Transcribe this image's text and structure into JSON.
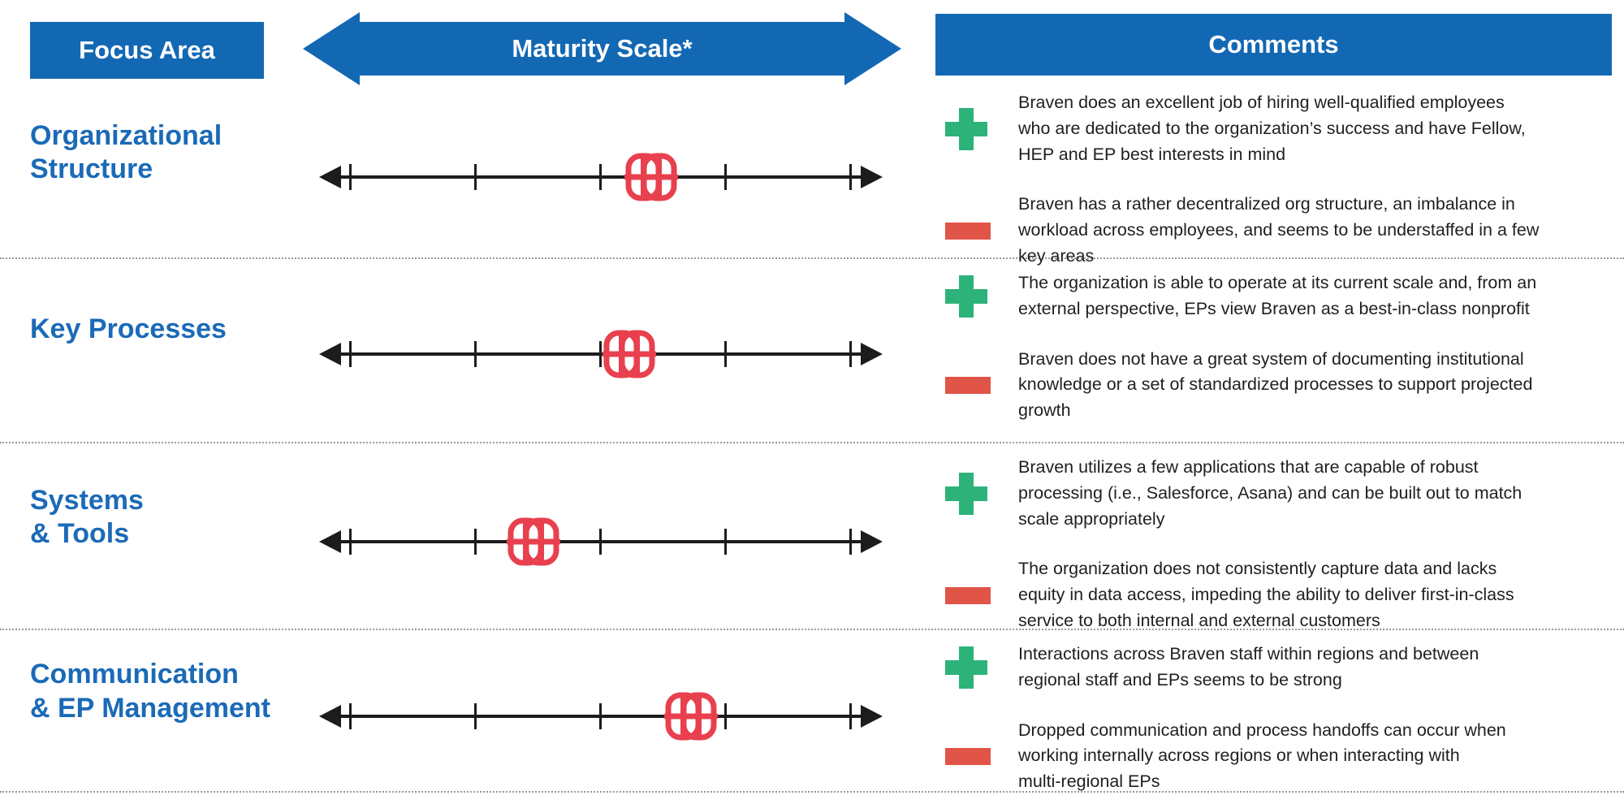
{
  "header": {
    "focus_area": "Focus Area",
    "maturity_scale": "Maturity Scale*",
    "comments": "Comments"
  },
  "colors": {
    "blue": "#1368b4",
    "label_blue": "#1b6ab7",
    "marker_red": "#e8404e",
    "plus_green": "#2db37a",
    "minus_red": "#e05547"
  },
  "scale": {
    "tick_count": 5,
    "style": "double-headed horizontal arrow with 5 tick marks"
  },
  "rows": [
    {
      "focus_area": "Organizational Structure",
      "label_line1": "Organizational",
      "label_line2": "Structure",
      "marker_percent": 59,
      "plus_comment": "Braven does an excellent job of hiring well-qualified employees\nwho are dedicated to the organization’s success and have Fellow,\nHEP and EP best interests in mind",
      "minus_comment": "Braven has a rather decentralized org structure, an imbalance in\nworkload across employees, and seems to be understaffed in a few\nkey areas"
    },
    {
      "focus_area": "Key Processes",
      "label_line1": "Key Processes",
      "label_line2": "",
      "marker_percent": 55,
      "plus_comment": "The organization is able to operate at its current scale and, from an\nexternal perspective, EPs view Braven as a best-in-class nonprofit",
      "minus_comment": "Braven does not have a great system of documenting institutional\nknowledge or a set of standardized processes to support projected\ngrowth"
    },
    {
      "focus_area": "Systems & Tools",
      "label_line1": "Systems",
      "label_line2": "& Tools",
      "marker_percent": 38,
      "plus_comment": "Braven utilizes a few applications that are capable of robust\nprocessing (i.e., Salesforce, Asana) and can be built out to match\nscale appropriately",
      "minus_comment": "The organization does not consistently capture data and lacks\nequity in data access, impeding the ability to deliver first-in-class\nservice to both internal and external customers"
    },
    {
      "focus_area": "Communication & EP Management",
      "label_line1": "Communication",
      "label_line2": "& EP Management",
      "marker_percent": 66,
      "plus_comment": "Interactions across Braven staff within regions and between\nregional staff and EPs seems to be strong",
      "minus_comment": "Dropped communication and process handoffs can occur when\nworking internally across regions or when interacting with\nmulti-regional EPs"
    }
  ]
}
